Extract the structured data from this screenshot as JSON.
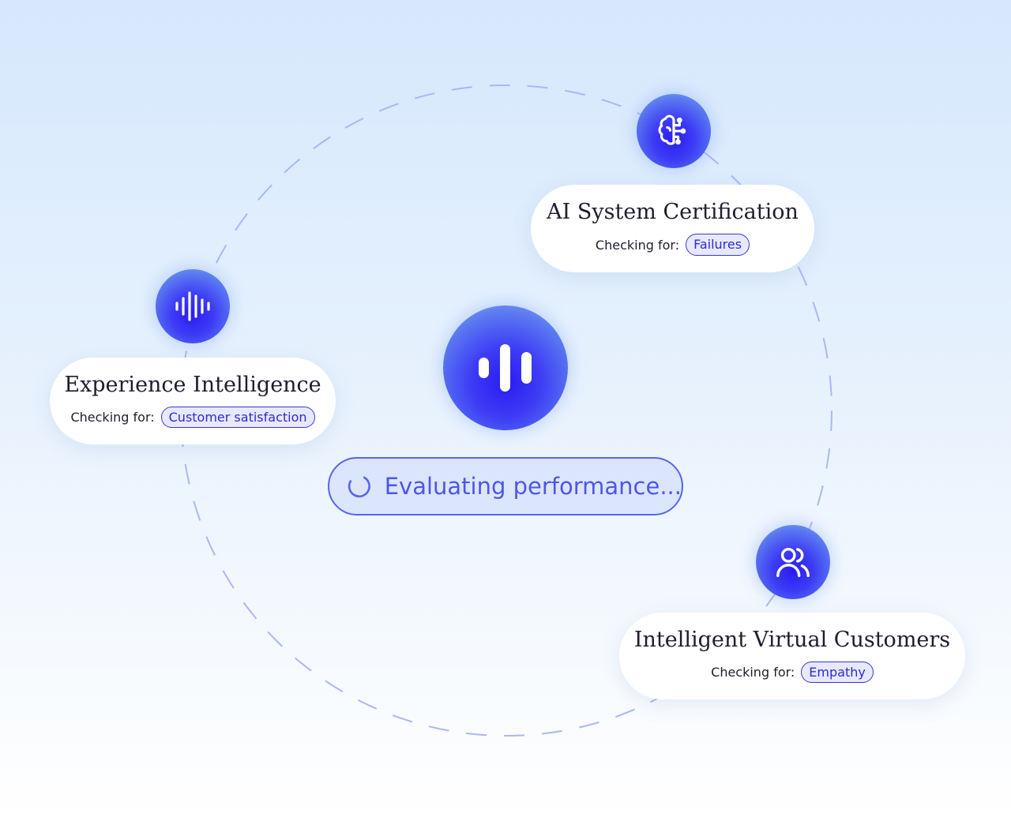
{
  "center": {
    "status_text": "Evaluating performance..."
  },
  "cards": {
    "ai_certification": {
      "title": "AI System Certification",
      "checking_label": "Checking for:",
      "tag": "Failures"
    },
    "experience": {
      "title": "Experience Intelligence",
      "checking_label": "Checking for:",
      "tag": "Customer satisfaction"
    },
    "virtual_customers": {
      "title": "Intelligent Virtual Customers",
      "checking_label": "Checking for:",
      "tag": "Empathy"
    }
  },
  "icons": {
    "center": "audio-bars-icon",
    "ai_certification": "brain-circuit-icon",
    "experience": "sound-wave-icon",
    "virtual_customers": "users-icon"
  },
  "colors": {
    "accent": "#3a37d6",
    "status_text": "#4e56e9",
    "status_border": "#5a65ee",
    "orbit_dash": "#a9b8f2"
  }
}
